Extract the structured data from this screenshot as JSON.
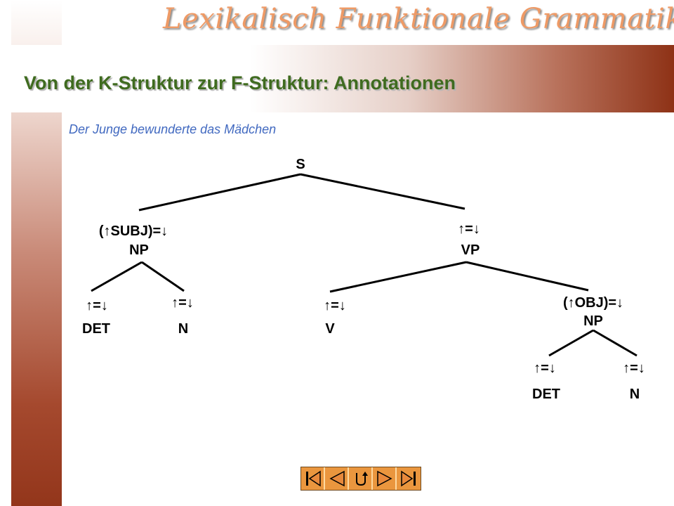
{
  "header": {
    "title": "Lexikalisch Funktionale Grammatik"
  },
  "slide": {
    "title": "Von der K-Struktur zur F-Struktur: Annotationen",
    "subtitle": "Der Junge bewunderte das Mädchen"
  },
  "tree": {
    "root": "S",
    "np_subj": {
      "annotation": "(↑SUBJ)=↓",
      "label": "NP"
    },
    "vp": {
      "annotation": "↑=↓",
      "label": "VP"
    },
    "det1": {
      "annotation": "↑=↓",
      "label": "DET"
    },
    "n1": {
      "annotation": "↑=↓",
      "label": "N"
    },
    "v": {
      "annotation": "↑=↓",
      "label": "V"
    },
    "np_obj": {
      "annotation": "(↑OBJ)=↓",
      "label": "NP"
    },
    "det2": {
      "annotation": "↑=↓",
      "label": "DET"
    },
    "n2": {
      "annotation": "↑=↓",
      "label": "N"
    }
  },
  "nav": {
    "buttons": [
      {
        "name": "first-slide-button",
        "icon": "first-icon"
      },
      {
        "name": "previous-slide-button",
        "icon": "previous-icon"
      },
      {
        "name": "return-button",
        "icon": "return-icon"
      },
      {
        "name": "next-slide-button",
        "icon": "next-icon"
      },
      {
        "name": "last-slide-button",
        "icon": "last-icon"
      }
    ]
  },
  "colors": {
    "header_text": "#ee9a66",
    "title": "#3f6b1f",
    "subtitle": "#4169c0",
    "accent_bar": "#93361b",
    "nav_bg": "#ea963e"
  }
}
